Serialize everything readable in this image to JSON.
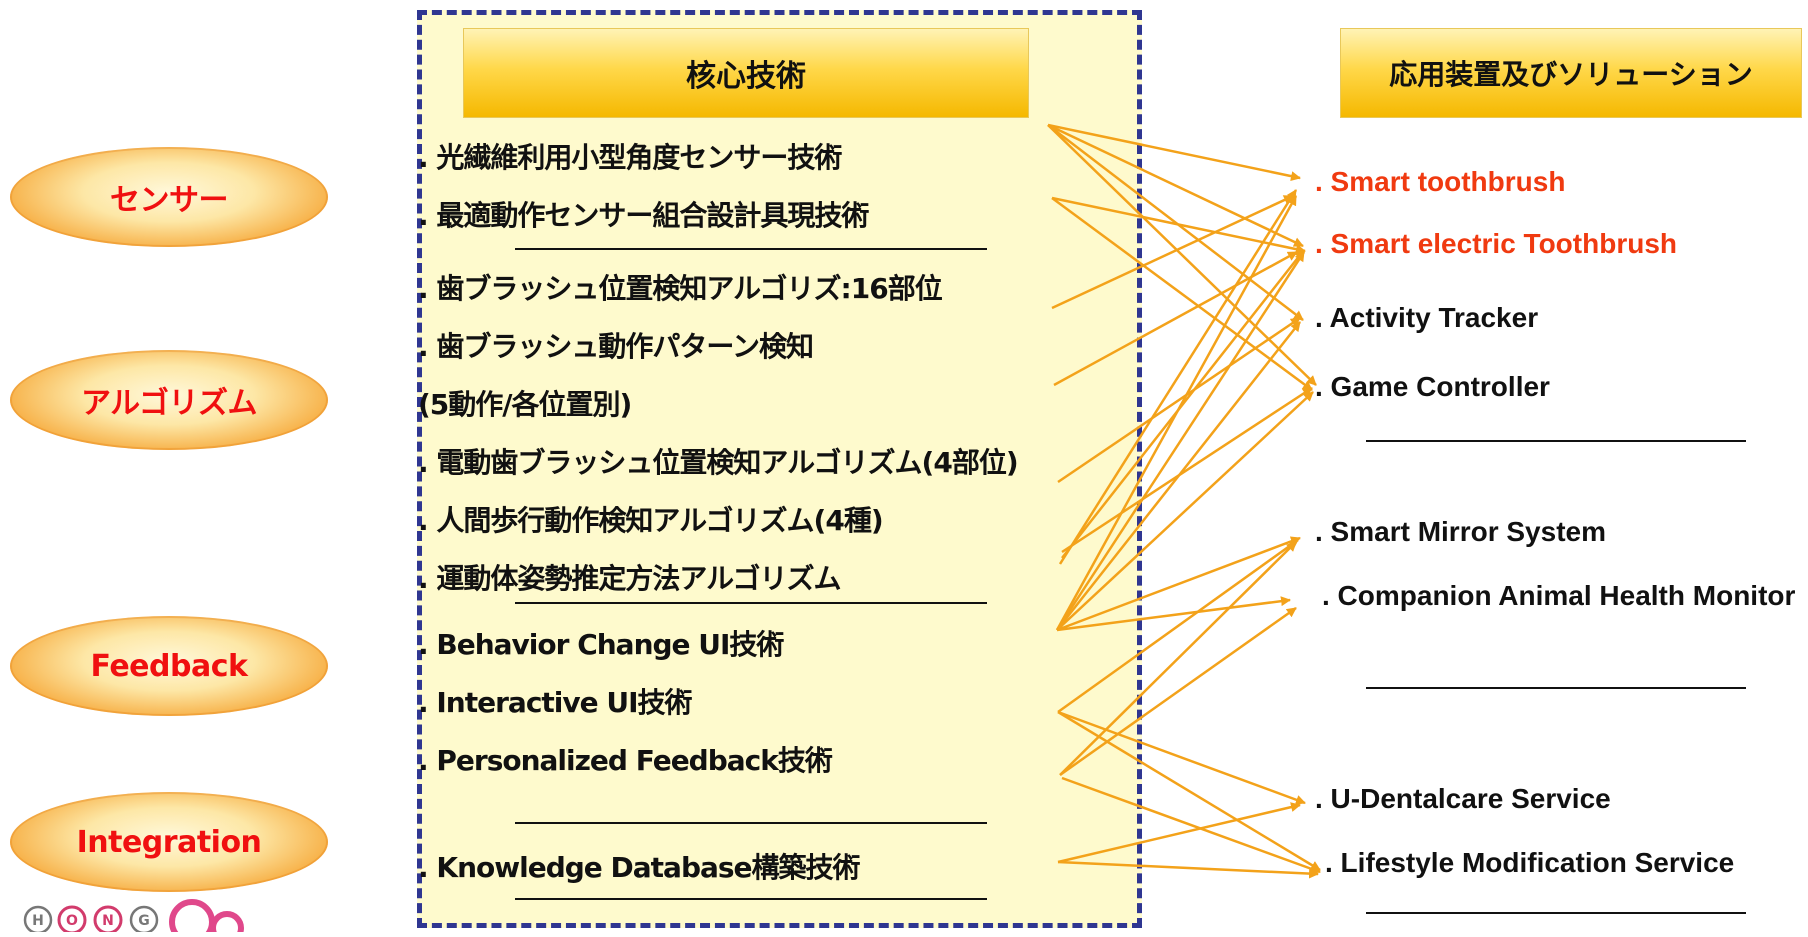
{
  "categories": [
    "センサー",
    "アルゴリズム",
    "Feedback",
    "Integration"
  ],
  "core_header": "核心技術",
  "app_header": "応用装置及びソリューション",
  "technologies": {
    "t1": ". 光繊維利用小型角度センサー技術",
    "t2": ". 最適動作センサー組合設計具現技術",
    "t3": ". 歯ブラッシュ位置検知アルゴリズ:16部位",
    "t4": ". 歯ブラッシュ動作パターン検知",
    "t4b": "  (5動作/各位置別)",
    "t5": ". 電動歯ブラッシュ位置検知アルゴリズム(4部位)",
    "t6": ". 人間歩行動作検知アルゴリズム(4種)",
    "t7": ". 運動体姿勢推定方法アルゴリズム",
    "t8": ". Behavior Change UI技術",
    "t9": ". Interactive UI技術",
    "t10": ". Personalized Feedback技術",
    "t11": ". Knowledge Database構築技術"
  },
  "applications": {
    "a1": ". Smart toothbrush",
    "a2": ". Smart electric Toothbrush",
    "a3": ". Activity Tracker",
    "a4": ". Game Controller",
    "a5": ". Smart Mirror System",
    "a6": ". Companion Animal Health Monitor",
    "a7": ". U-Dentalcare Service",
    "a8": ". Lifestyle Modification Service"
  },
  "logo_letters": [
    "H",
    "O",
    "N",
    "G"
  ],
  "colors": {
    "arrow": "#f3a21a",
    "category_text": "#f01010",
    "app_highlight": "#f03a10",
    "panel_border": "#2f3691",
    "panel_bg": "#fefacd"
  }
}
